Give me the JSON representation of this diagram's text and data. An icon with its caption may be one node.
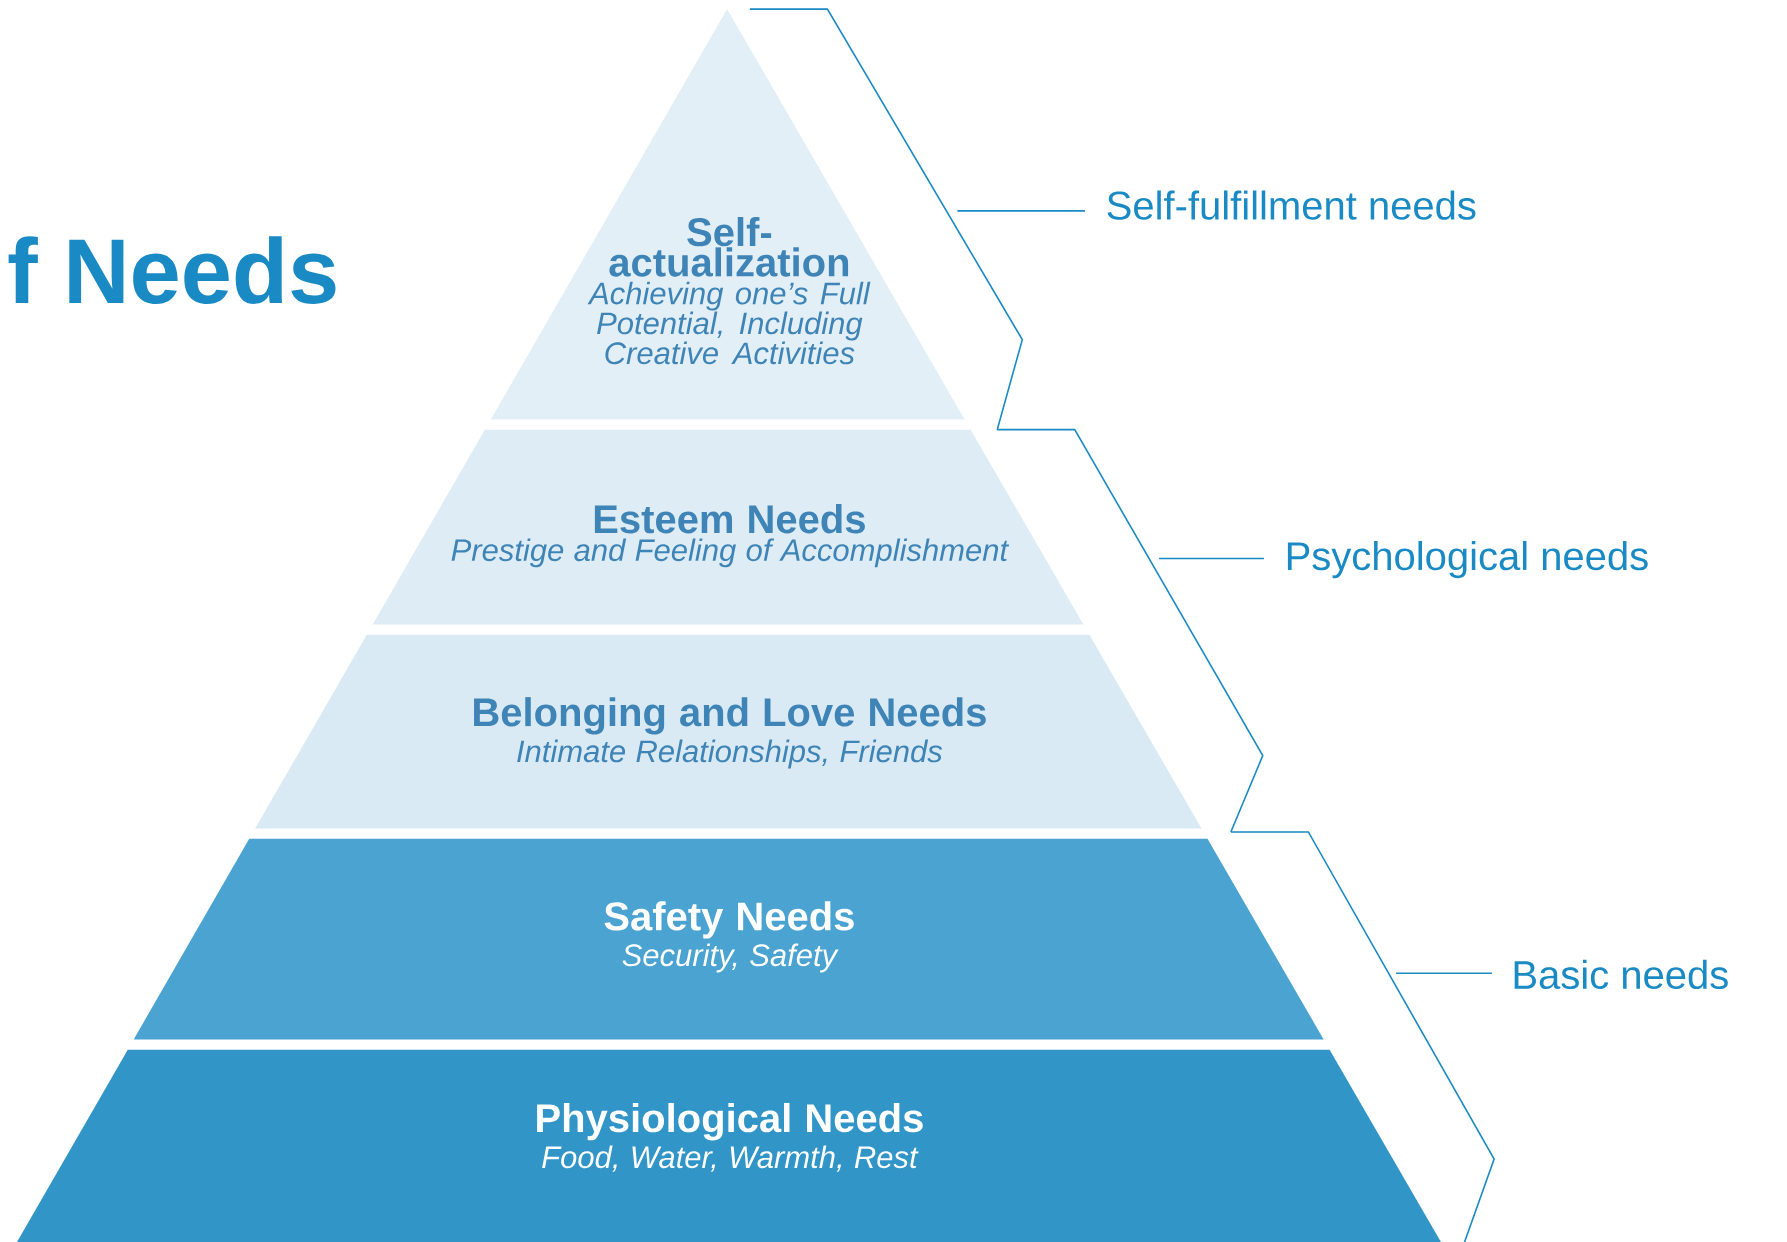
{
  "diagram": {
    "title": "f Needs",
    "nodes": [
      {
        "text": [
          "Self-actualization",
          "Achieving one’s Full Potential, Including Creative Activities"
        ]
      },
      {
        "text": [
          "Esteem Needs",
          "Prestige and Feeling of Accomplishment"
        ]
      },
      {
        "text": [
          "Belonging and Love Needs",
          "Intimate Relationships, Friends"
        ]
      },
      {
        "text": [
          "Safety Needs",
          "Security, Safety"
        ]
      },
      {
        "text": [
          "Physiological Needs",
          "Food, Water, Warmth, Rest"
        ]
      }
    ],
    "labels": [
      "Self-fulfillment needs",
      "Psychological needs",
      "Basic needs"
    ]
  }
}
